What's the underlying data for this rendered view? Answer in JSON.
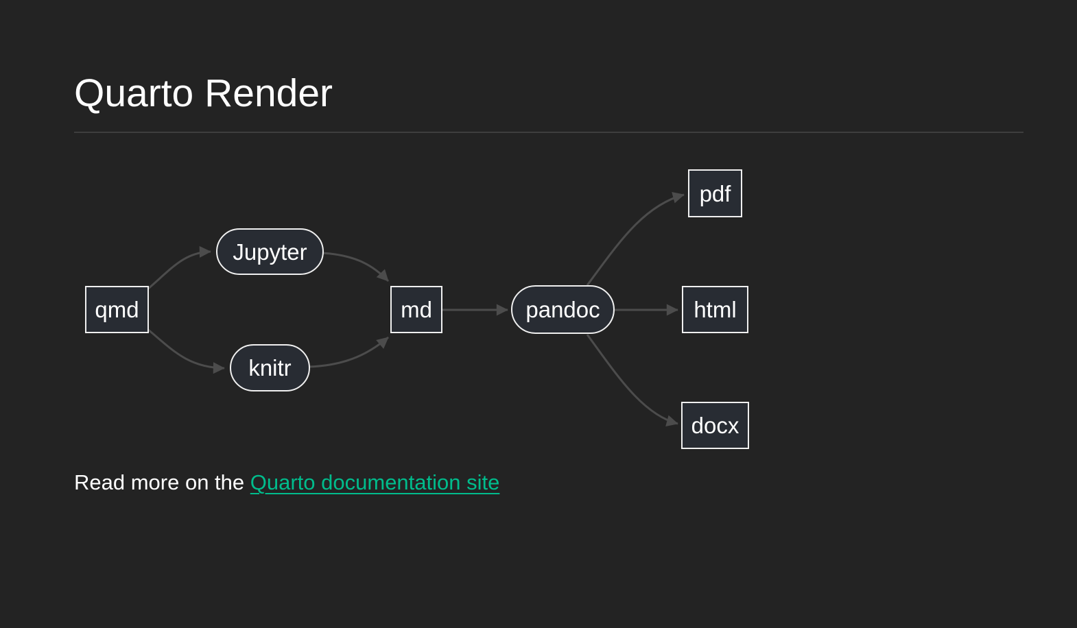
{
  "header": {
    "title": "Quarto Render"
  },
  "diagram": {
    "type": "flowchart",
    "direction": "left-to-right",
    "nodes": [
      {
        "id": "qmd",
        "label": "qmd",
        "shape": "rect"
      },
      {
        "id": "jupyter",
        "label": "Jupyter",
        "shape": "stadium"
      },
      {
        "id": "knitr",
        "label": "knitr",
        "shape": "stadium"
      },
      {
        "id": "md",
        "label": "md",
        "shape": "rect"
      },
      {
        "id": "pandoc",
        "label": "pandoc",
        "shape": "stadium"
      },
      {
        "id": "pdf",
        "label": "pdf",
        "shape": "rect"
      },
      {
        "id": "html",
        "label": "html",
        "shape": "rect"
      },
      {
        "id": "docx",
        "label": "docx",
        "shape": "rect"
      }
    ],
    "edges": [
      {
        "from": "qmd",
        "to": "jupyter"
      },
      {
        "from": "qmd",
        "to": "knitr"
      },
      {
        "from": "jupyter",
        "to": "md"
      },
      {
        "from": "knitr",
        "to": "md"
      },
      {
        "from": "md",
        "to": "pandoc"
      },
      {
        "from": "pandoc",
        "to": "pdf"
      },
      {
        "from": "pandoc",
        "to": "html"
      },
      {
        "from": "pandoc",
        "to": "docx"
      }
    ]
  },
  "footer": {
    "prefix": "Read more on the ",
    "link_text": "Quarto documentation site"
  },
  "colors": {
    "background": "#232323",
    "text": "#ffffff",
    "link": "#00bc8c",
    "node_fill": "#282c33",
    "node_border": "#f0f0f0",
    "edge": "#4c4c4c",
    "divider": "#3e3e3e"
  }
}
